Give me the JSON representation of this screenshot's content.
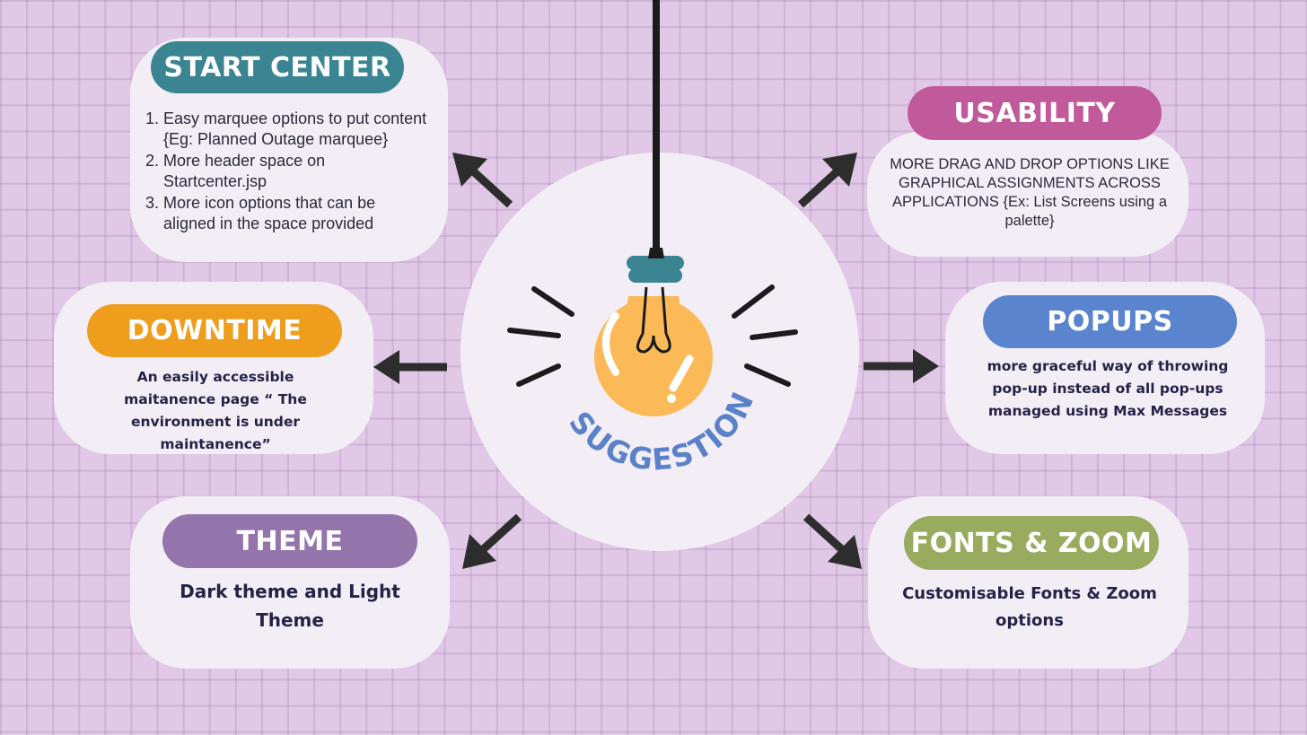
{
  "center": {
    "title": "UI SUGGESTIONS"
  },
  "colors": {
    "background": "#e0c8e6",
    "start_center": "#3b8593",
    "usability": "#c05a9b",
    "downtime": "#ef9d1c",
    "popups": "#5a84ce",
    "theme": "#9475ab",
    "fonts_zoom": "#99ab5e",
    "title_text": "#5b82c8",
    "bulb": "#fbb957"
  },
  "icons": [
    "lightbulb-icon",
    "arrow-icon"
  ],
  "start_center": {
    "title": "START CENTER",
    "items": [
      {
        "num": "1.",
        "text": "Easy marquee options to put content {Eg: Planned Outage marquee}"
      },
      {
        "num": "2.",
        "text": "More header space on Startcenter.jsp"
      },
      {
        "num": "3.",
        "text": "More icon options that can be aligned in the space provided"
      }
    ]
  },
  "usability": {
    "title": "USABILITY",
    "text_upper": "MORE DRAG AND DROP OPTIONS LIKE GRAPHICAL ASSIGNMENTS ACROSS APPLICATIONS",
    "text_lower": "{Ex: List Screens using a palette}"
  },
  "downtime": {
    "title": "DOWNTIME",
    "text": "An easily accessible maitanence page “ The environment is under maintanence”"
  },
  "popups": {
    "title": "POPUPS",
    "text": "more graceful way of throwing pop-up instead of all pop-ups managed using Max Messages"
  },
  "theme": {
    "title": "THEME",
    "text": "Dark theme and Light Theme"
  },
  "fonts_zoom": {
    "title": "FONTS & ZOOM",
    "text": "Customisable Fonts & Zoom options"
  }
}
